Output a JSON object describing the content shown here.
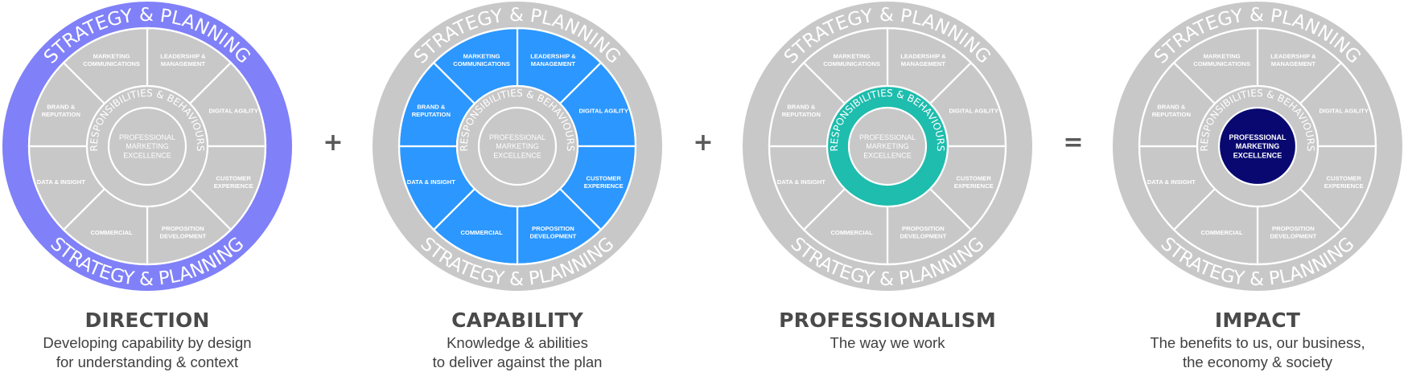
{
  "colors": {
    "ring_grey": "#c8c8c8",
    "segment_grey": "#c8c8c8",
    "segment_text_grey": "#ffffff",
    "direction_accent": "#8080f8",
    "capability_accent": "#2b97ff",
    "professionalism_accent": "#1ebdad",
    "impact_accent": "#080870",
    "divider": "#ffffff"
  },
  "wheel_text": {
    "outer_label": "STRATEGY & PLANNING",
    "middle_label": "RESPONSIBILITIES & BEHAVIOURS",
    "center_lines": [
      "PROFESSIONAL",
      "MARKETING",
      "EXCELLENCE"
    ],
    "segments": [
      {
        "lines": [
          "LEADERSHIP &",
          "MANAGEMENT"
        ]
      },
      {
        "lines": [
          "DIGITAL AGILITY"
        ]
      },
      {
        "lines": [
          "CUSTOMER",
          "EXPERIENCE"
        ]
      },
      {
        "lines": [
          "PROPOSITION",
          "DEVELOPMENT"
        ]
      },
      {
        "lines": [
          "COMMERCIAL"
        ]
      },
      {
        "lines": [
          "DATA & INSIGHT"
        ]
      },
      {
        "lines": [
          "BRAND &",
          "REPUTATION"
        ]
      },
      {
        "lines": [
          "MARKETING",
          "COMMUNICATIONS"
        ]
      }
    ]
  },
  "wheels": [
    {
      "id": "direction",
      "highlight": "outer",
      "title": "DIRECTION",
      "lines": [
        "Developing capability by design",
        "for understanding & context"
      ]
    },
    {
      "id": "capability",
      "highlight": "segments",
      "title": "CAPABILITY",
      "lines": [
        "Knowledge & abilities",
        "to deliver against the plan"
      ]
    },
    {
      "id": "professionalism",
      "highlight": "middle",
      "title": "PROFESSIONALISM",
      "lines": [
        "The way we work"
      ]
    },
    {
      "id": "impact",
      "highlight": "center",
      "title": "IMPACT",
      "lines": [
        "The benefits to us, our business,",
        "the economy & society"
      ]
    }
  ],
  "operators": [
    "+",
    "+",
    "="
  ]
}
